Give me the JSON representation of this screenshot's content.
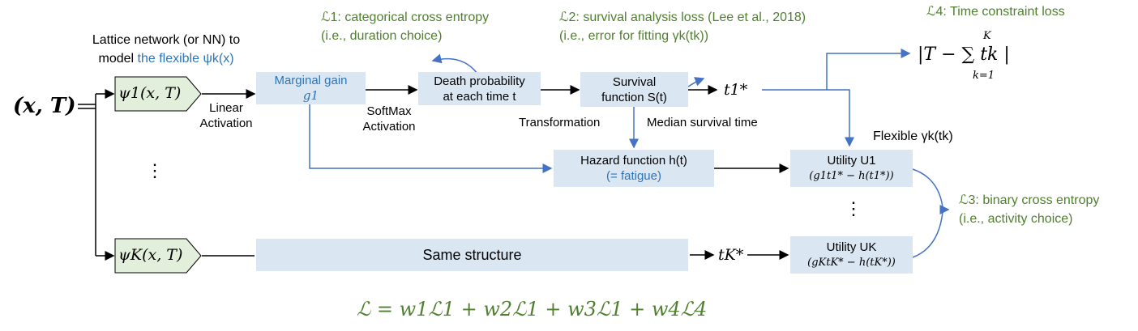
{
  "input": {
    "label": "(x, T)"
  },
  "nodes": {
    "psi1": "ψ1(x, T)",
    "psiK": "ψK(x, T)",
    "marginal_gain": {
      "line1": "Marginal gain",
      "line2": "g1"
    },
    "death_prob": {
      "line1": "Death probability",
      "line2": "at each time t"
    },
    "survival": {
      "line1": "Survival",
      "line2": "function S(t)"
    },
    "hazard": {
      "line1": "Hazard function h(t)",
      "line2": "(= fatigue)"
    },
    "utility1": {
      "line1": "Utility U1",
      "line2": "(g1t1* − h(t1*))"
    },
    "utilityK": {
      "line1": "Utility UK",
      "line2": "(gKtK* − h(tK*))"
    },
    "same_structure": "Same structure",
    "t1": "t1*",
    "tK": "tK*"
  },
  "edge_labels": {
    "linear": [
      "Linear",
      "Activation"
    ],
    "softmax": [
      "SoftMax",
      "Activation"
    ],
    "transformation": "Transformation",
    "median": "Median survival time"
  },
  "annotations": {
    "lattice": {
      "line1": "Lattice network (or NN) to",
      "line2_prefix": "model ",
      "line2_blue": "the flexible ψk(x)"
    },
    "L1": {
      "line1": "ℒ1: categorical cross entropy",
      "line2": "(i.e., duration choice)"
    },
    "L2": {
      "line1": "ℒ2: survival analysis loss (Lee et al., 2018)",
      "line2": "(i.e., error for fitting γk(tk))"
    },
    "L3": {
      "line1": "ℒ3: binary cross entropy",
      "line2": "(i.e., activity choice)"
    },
    "L4": {
      "title": "ℒ4: Time constraint loss",
      "formula": "|T − ∑ tk |",
      "sum_top": "K",
      "sum_bottom": "k=1"
    },
    "flexible": "Flexible γk(tk)",
    "vdots": "⋮"
  },
  "total_loss": "ℒ = w1ℒ1 + w2ℒ1 + w3ℒ1 + w4ℒ4",
  "colors": {
    "box": "#dae6f2",
    "pentagon": "#e2efda",
    "arrow_blue": "#4472c4",
    "green": "#4f7f2f",
    "blue_text": "#2e75b6"
  }
}
